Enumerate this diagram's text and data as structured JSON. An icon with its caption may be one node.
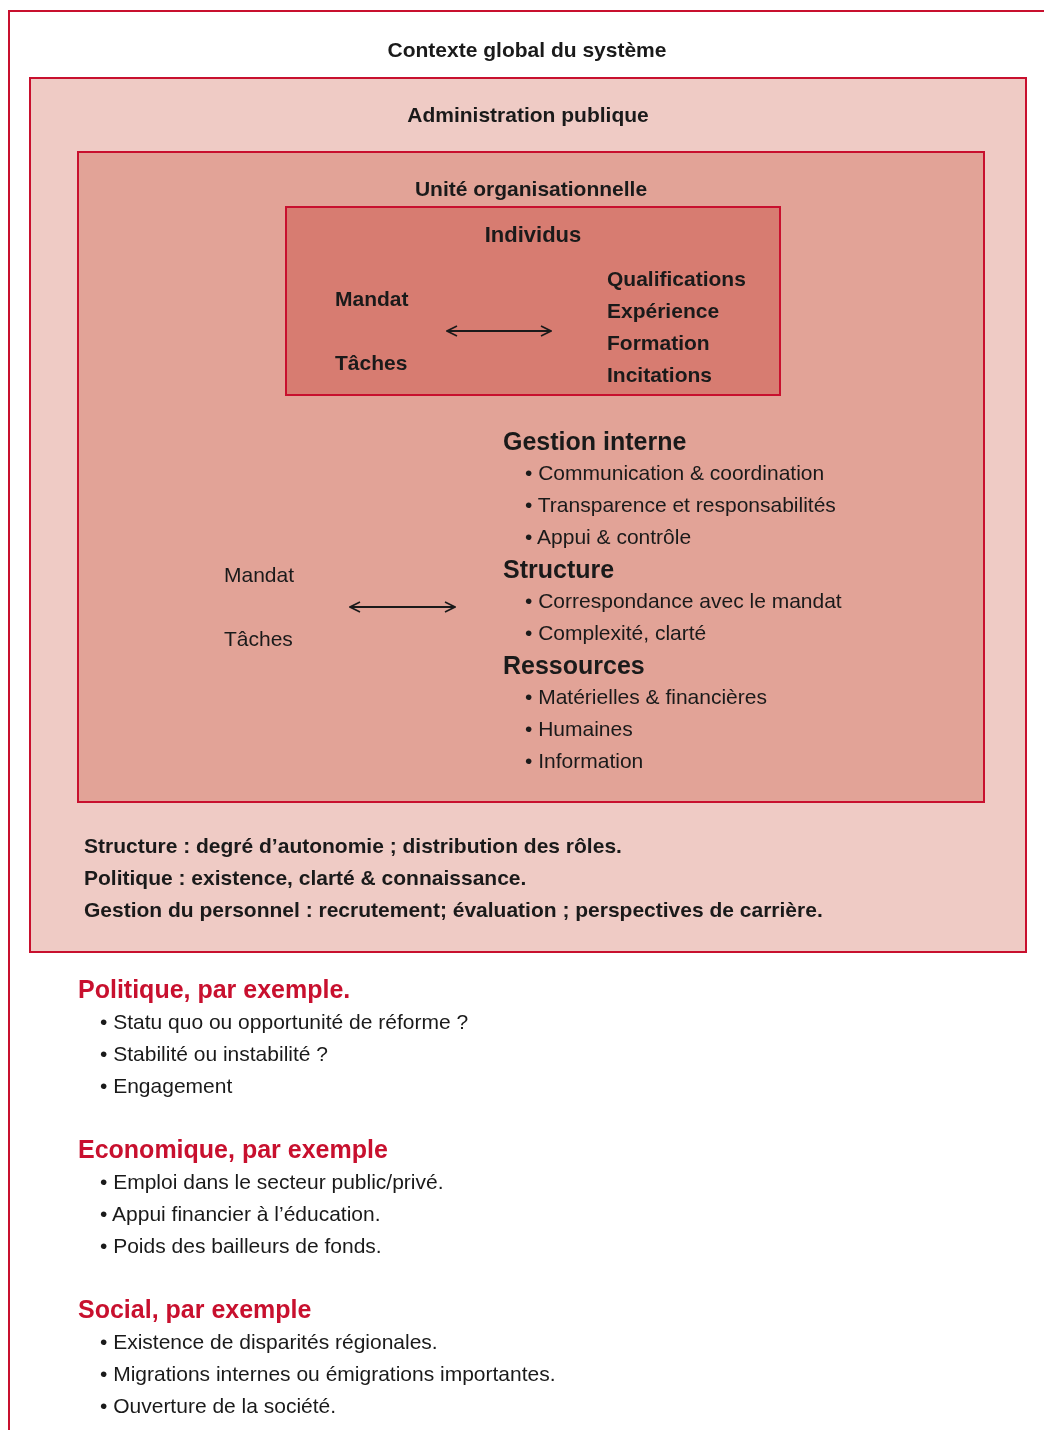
{
  "diagram": {
    "nodes": [
      {
        "text": [
          "Contexte global du système",
          "Politique, par exemple.",
          "• Statu quo ou opportunité de réforme ?",
          "• Stabilité ou instabilité ?",
          "• Engagement",
          "Economique, par exemple",
          "• Emploi dans le secteur public/privé.",
          "• Appui financier à l’éducation.",
          "• Poids des bailleurs de fonds.",
          "Social, par exemple",
          "• Existence de disparités régionales.",
          "• Migrations internes ou émigrations importantes.",
          "• Ouverture de la société."
        ]
      },
      {
        "text": [
          "Administration publique",
          "Structure : degré d’autonomie ; distribution des rôles.",
          "Politique : existence, clarté & connaissance.",
          "Gestion du personnel : recrutement; évaluation ; perspectives de carrière."
        ],
        "in": 0
      },
      {
        "text": [
          "Unité organisationnelle"
        ],
        "in": 1
      },
      {
        "text": [
          "Individus"
        ],
        "in": 2
      },
      {
        "text": [
          "Mandat",
          "Tâches"
        ],
        "in": 3
      },
      {
        "text": [
          "Qualifications",
          "Expérience",
          "Formation",
          "Incitations"
        ],
        "in": 3
      },
      {
        "text": [
          "Mandat",
          "Tâches"
        ],
        "in": 2
      },
      {
        "text": [
          "Gestion interne",
          "• Communication & coordination",
          "• Transparence et responsabilités",
          "• Appui & contrôle",
          "Structure",
          "• Correspondance avec le mandat",
          "• Complexité, clarté",
          "Ressources",
          "• Matérielles & financières",
          "• Humaines",
          "• Information"
        ],
        "in": 2
      }
    ],
    "edges": [
      {
        "from": 4,
        "to": 5,
        "arrow": "both"
      },
      {
        "from": 6,
        "to": 7,
        "arrow": "both"
      }
    ]
  }
}
